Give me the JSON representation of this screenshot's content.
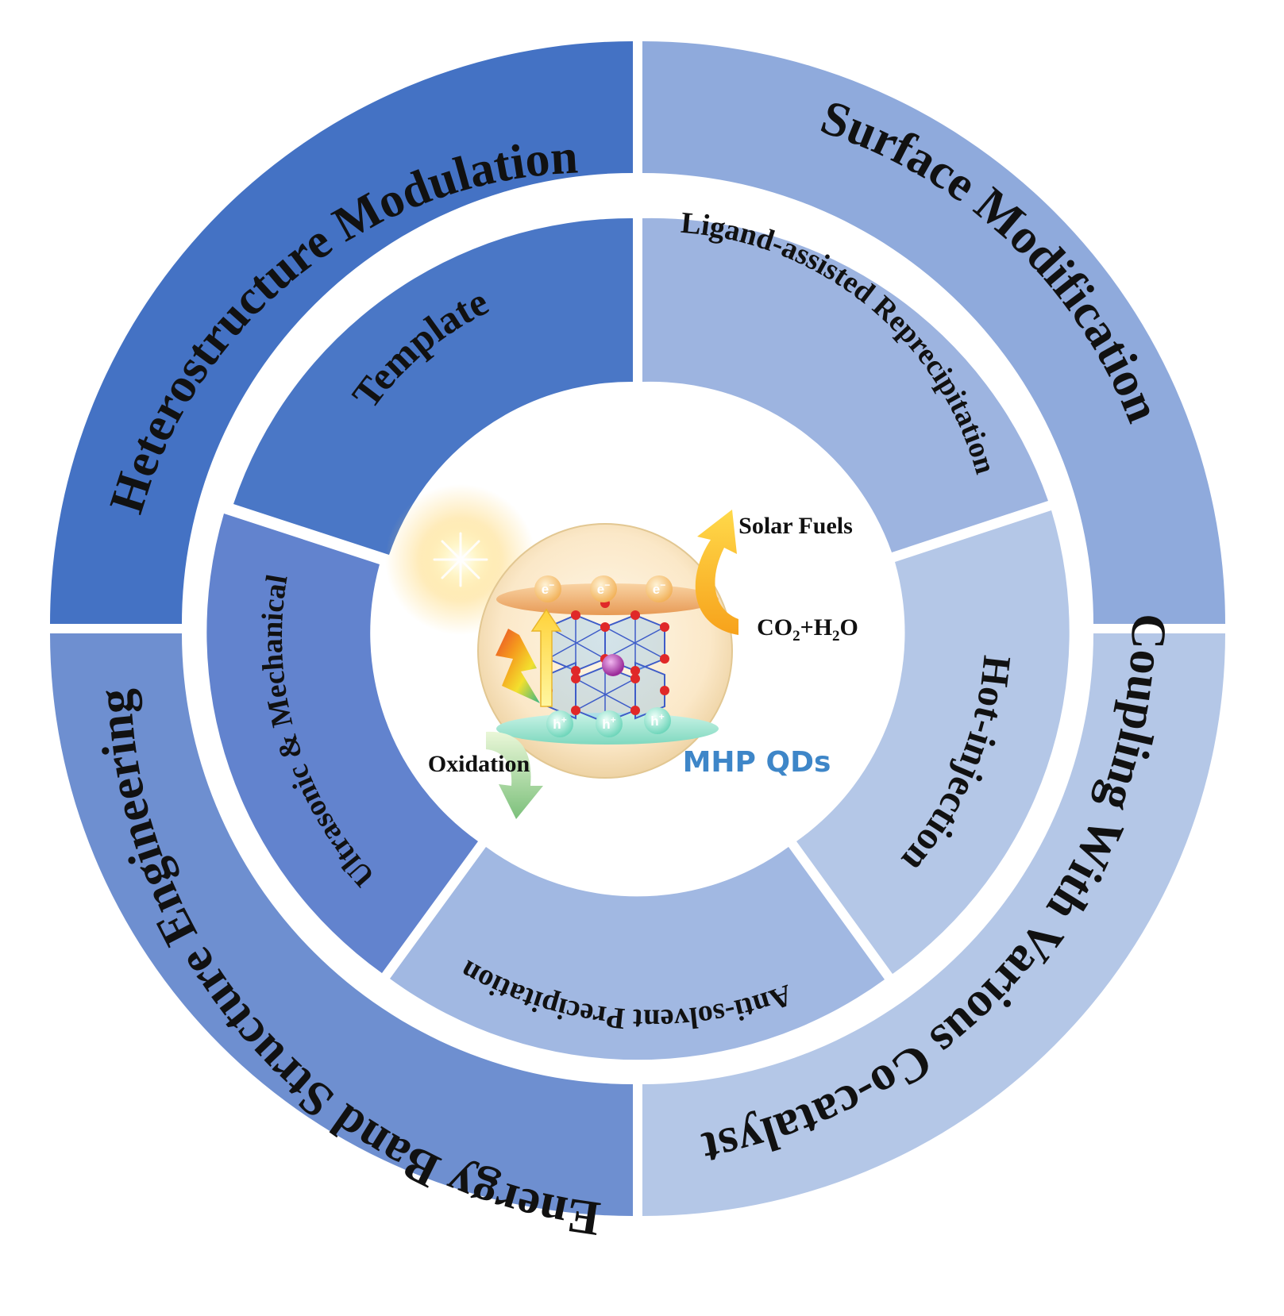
{
  "outer_ring": [
    {
      "id": "heterostructure",
      "label": "Heterostructure Modulation"
    },
    {
      "id": "surface",
      "label": "Surface Modification"
    },
    {
      "id": "coupling",
      "label": "Coupling With Various Co-catalysts"
    },
    {
      "id": "energy-band",
      "label": "Energy Band Structure Engineering"
    }
  ],
  "inner_ring": [
    {
      "id": "template",
      "label": "Template"
    },
    {
      "id": "larp",
      "label": "Ligand-assisted Reprecipitation"
    },
    {
      "id": "hot-injection",
      "label": "Hot-injection"
    },
    {
      "id": "anti-solvent",
      "label": "Anti-solvent Precipitation"
    },
    {
      "id": "ultrasonic",
      "label": "Ultrasonic & Mechanical"
    }
  ],
  "center": {
    "solar_fuels": "Solar Fuels",
    "reactants_co": "CO",
    "reactants_sub2": "2",
    "reactants_plus_h": "+H",
    "reactants_sub2b": "2",
    "reactants_o": "O",
    "oxidation": "Oxidation",
    "qd_label": "MHP QDs",
    "electron": "e",
    "hole": "h",
    "minus": "−",
    "plus": "+"
  },
  "colors": {
    "heterostructure": "#4472C4",
    "surface": "#8FAADC",
    "coupling": "#B4C7E7",
    "energy_band": "#6E8FD0",
    "template": "#4A77C6",
    "larp": "#9DB4E0",
    "hot_injection": "#B4C7E7",
    "anti_solvent": "#A1B8E2",
    "ultrasonic": "#6283CE",
    "qd_text": "#3E86C8"
  }
}
